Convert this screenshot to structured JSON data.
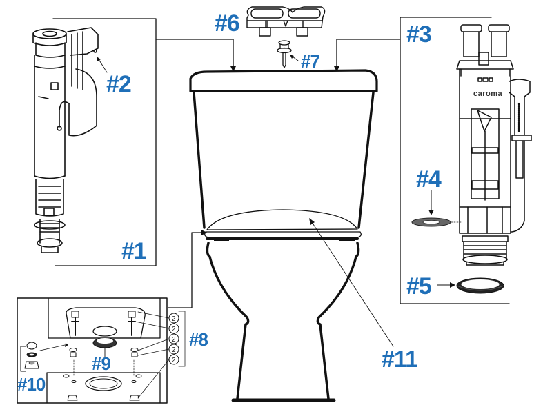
{
  "diagram": {
    "type": "exploded-parts-diagram",
    "subject": "close-coupled toilet suite",
    "label_color": "#1f6fb8",
    "line_color": "#111111"
  },
  "parts": [
    {
      "id": "p1",
      "label": "#1"
    },
    {
      "id": "p2",
      "label": "#2"
    },
    {
      "id": "p3",
      "label": "#3"
    },
    {
      "id": "p4",
      "label": "#4"
    },
    {
      "id": "p5",
      "label": "#5"
    },
    {
      "id": "p6",
      "label": "#6"
    },
    {
      "id": "p7",
      "label": "#7"
    },
    {
      "id": "p8",
      "label": "#8"
    },
    {
      "id": "p9",
      "label": "#9"
    },
    {
      "id": "p10",
      "label": "#10"
    },
    {
      "id": "p11",
      "label": "#11"
    }
  ],
  "flush_valve": {
    "brand_text": "caroma"
  },
  "quantity_callouts": [
    "2",
    "2",
    "2",
    "2",
    "2"
  ]
}
